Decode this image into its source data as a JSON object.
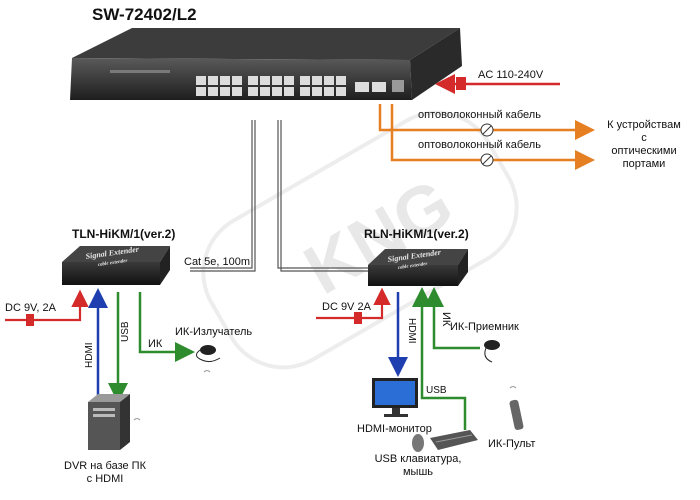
{
  "title": "SW-72402/L2",
  "power_main": "AC 110-240V",
  "fiber_top": "оптоволоконный кабель",
  "fiber_bottom": "оптоволоконный кабель",
  "destination_lines": [
    "К устройствам",
    "с",
    "оптическими",
    "портами"
  ],
  "transmitter": {
    "name": "TLN-HiKM/1(ver.2)",
    "brand": "Signal Extender",
    "sub": "cable extender",
    "power": "DC 9V, 2A",
    "ir_label": "ИК-Излучатель"
  },
  "receiver": {
    "name": "RLN-HiKM/1(ver.2)",
    "brand": "Signal Extender",
    "sub": "cable extender",
    "power": "DC 9V  2A",
    "ir_label": "ИК-Приемник",
    "ir_remote": "ИК-Пульт"
  },
  "cable_label": "Cat 5e, 100m",
  "wire_labels": {
    "hdmi": "HDMI",
    "usb": "USB",
    "ik": "ИК"
  },
  "dvr_lines": [
    "DVR на базе ПК",
    "с HDMI"
  ],
  "monitor_label": "HDMI-монитор",
  "kbd_lines": [
    "USB клавиатура,",
    "мышь"
  ],
  "watermark": "KNG",
  "colors": {
    "hdmi": "#1f3fb0",
    "usb": "#2e8b2e",
    "fiber": "#e67e22",
    "power": "#d42a2a",
    "ir": "#2e8b2e"
  }
}
